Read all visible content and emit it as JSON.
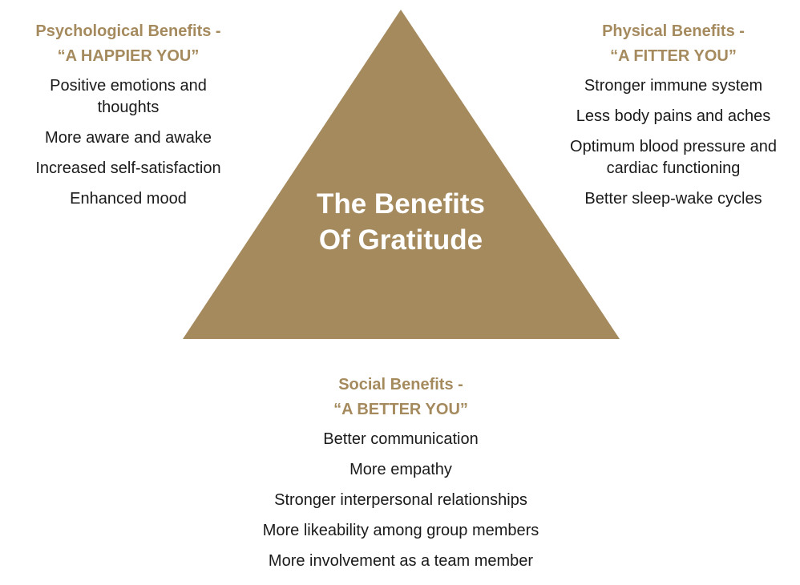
{
  "center": {
    "line1": "The Benefits",
    "line2": "Of Gratitude",
    "color": "#a58a5e"
  },
  "psychological": {
    "title_line1": "Psychological Benefits -",
    "title_line2": "“A HAPPIER YOU”",
    "items": [
      "Positive emotions and thoughts",
      "More aware and awake",
      "Increased self-satisfaction",
      "Enhanced mood"
    ]
  },
  "physical": {
    "title_line1": "Physical Benefits -",
    "title_line2": "“A FITTER YOU”",
    "items": [
      "Stronger immune system",
      "Less body pains and aches",
      "Optimum blood pressure and cardiac functioning",
      "Better sleep-wake cycles"
    ]
  },
  "social": {
    "title_line1": "Social Benefits -",
    "title_line2": "“A BETTER YOU”",
    "items": [
      "Better communication",
      "More empathy",
      "Stronger interpersonal relationships",
      "More likeability among group members",
      "More involvement as a team member"
    ]
  }
}
